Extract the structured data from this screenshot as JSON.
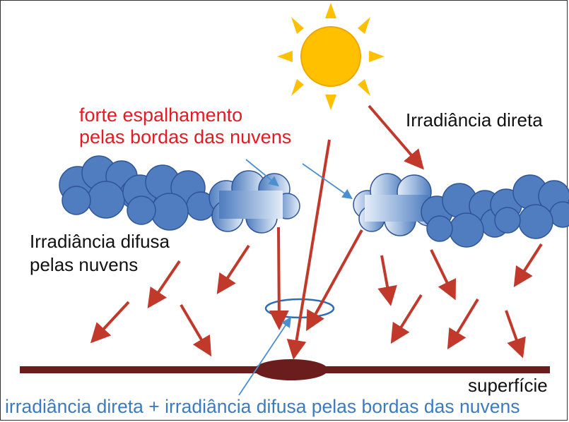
{
  "labels": {
    "edge_scattering": [
      "forte espalhamento",
      "pelas bordas das nuvens"
    ],
    "direct_irradiance": "Irradiância direta",
    "diffuse_irradiance": [
      "Irradiância difusa",
      "pelas nuvens"
    ],
    "surface": "superfície",
    "combined": "irradiância direta + irradiância difusa pelas bordas das nuvens"
  },
  "colors": {
    "sun_body": "#ffc000",
    "sun_rays": "#ffc000",
    "cloud_fill": "#4f7dbf",
    "cloud_stroke": "#2f5597",
    "cloud_edge_light": "#dce8f6",
    "arrow": "#c0392b",
    "pointer": "#4a8fd0",
    "surface": "#6b1c1c",
    "scatter_text": "#e31b23",
    "combined_text": "#3d7bbf"
  },
  "icons": [
    "sun-icon",
    "cloud-icon",
    "arrow-icon",
    "ellipse-icon"
  ]
}
